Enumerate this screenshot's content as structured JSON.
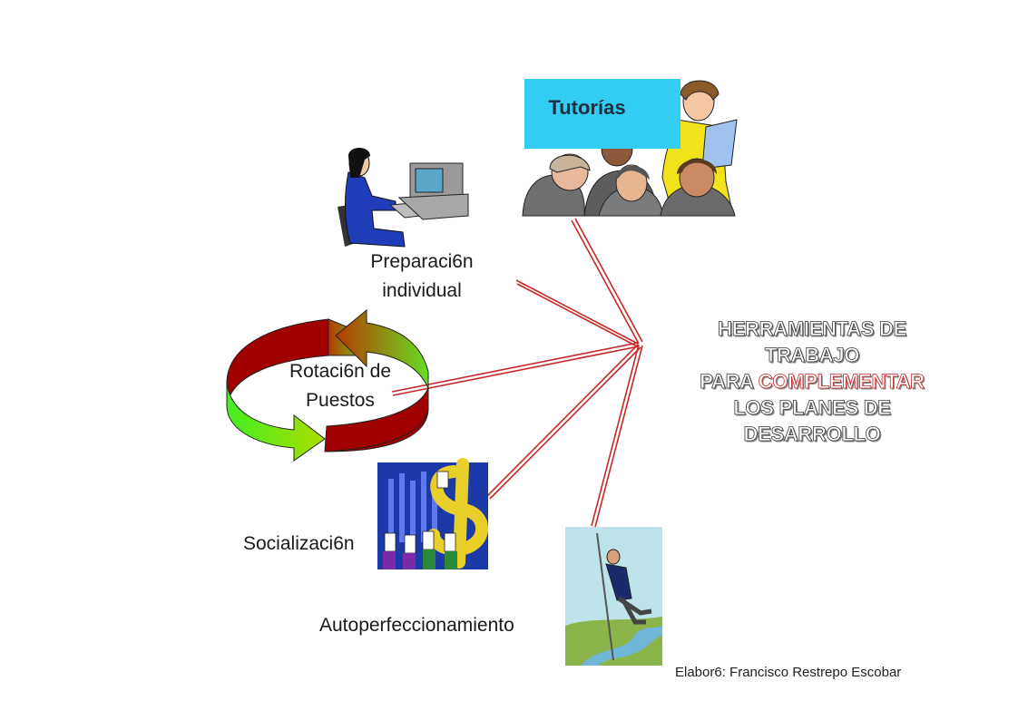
{
  "tutorias": "Tutorías",
  "preparacion": [
    "Preparaci6n",
    "individual"
  ],
  "rotacion": [
    "Rotaci6n de",
    "Puestos"
  ],
  "socializacion": "Socializaci6n",
  "autoperfeccionamiento": "Autoperfeccionamiento",
  "title": [
    "HERRAMIENTAS DE TRABAJO",
    "PARA ",
    "COMPLEMENTAR",
    "LOS PLANES DE DESARROLLO"
  ],
  "credit": "Elabor6: Francisco Restrepo Escobar",
  "colors": {
    "box": "#33ccf2",
    "arrows": "#c62828",
    "cycle_red": "#a00000",
    "cycle_green": "#66dd22"
  }
}
